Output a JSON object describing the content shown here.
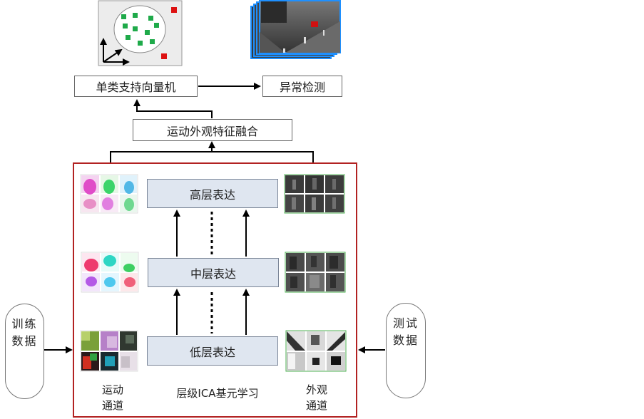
{
  "top": {
    "svm_label": "单类支持向量机",
    "anomaly_label": "异常检测",
    "fusion_label": "运动外观特征融合"
  },
  "learning": {
    "high_label": "高层表达",
    "mid_label": "中层表达",
    "low_label": "低层表达",
    "caption": "层级ICA基元学习",
    "motion_channel": "运动\n通道",
    "appearance_channel": "外观\n通道"
  },
  "inputs": {
    "train_label": "训练数据",
    "test_label": "测试数据"
  },
  "colors": {
    "frame_border": "#b22222",
    "svm_inlier": "#22aa44",
    "svm_outlier": "#dd1111",
    "layer_box": "#dfe6f0",
    "appearance_border": "#4caf50"
  }
}
